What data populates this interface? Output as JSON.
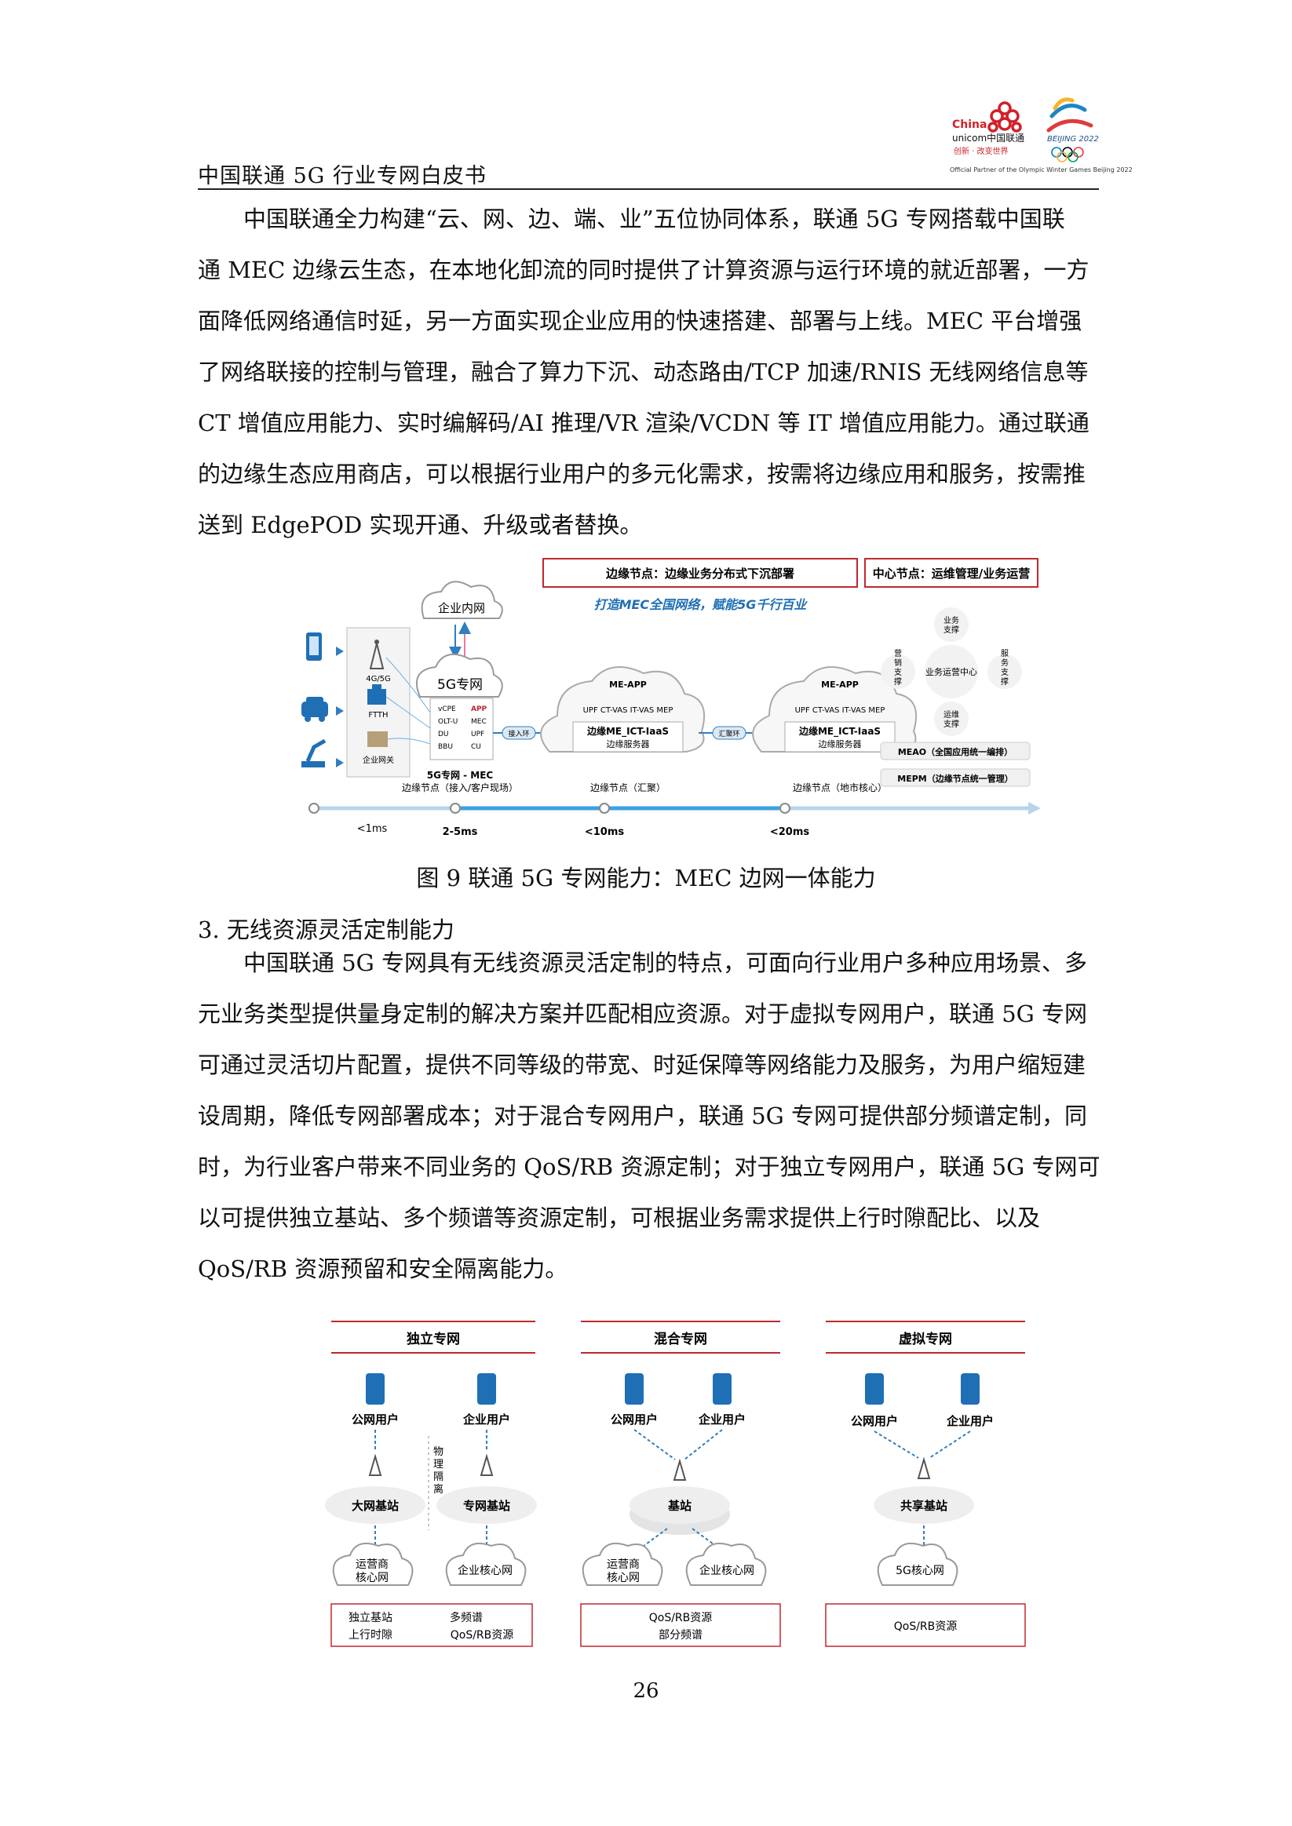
{
  "header": {
    "title": "中国联通 5G 行业专网白皮书",
    "logo_cu_en1": "China",
    "logo_cu_en2": "unicom中国联通",
    "logo_cu_slogan": "创新 · 改变世界",
    "logo_bj_text": "BEIJING 2022",
    "partner_line": "Official Partner of the Olympic Winter Games Beijing 2022"
  },
  "para1": [
    "中国联通全力构建“云、网、边、端、业”五位协同体系，联通 5G 专网搭载中国联",
    "通 MEC 边缘云生态，在本地化卸流的同时提供了计算资源与运行环境的就近部署，一方",
    "面降低网络通信时延，另一方面实现企业应用的快速搭建、部署与上线。MEC 平台增强",
    "了网络联接的控制与管理，融合了算力下沉、动态路由/TCP 加速/RNIS 无线网络信息等",
    "CT 增值应用能力、实时编解码/AI 推理/VR 渲染/VCDN 等 IT 增值应用能力。通过联通",
    "的边缘生态应用商店，可以根据行业用户的多元化需求，按需将边缘应用和服务，按需推",
    "送到 EdgePOD 实现开通、升级或者替换。"
  ],
  "fig9": {
    "edge_box": "边缘节点：边缘业务分布式下沉部署",
    "center_box": "中心节点：运维管理/业务运营",
    "slogan": "打造MEC全国网络，赋能5G千行百业",
    "enterprise_cloud": "企业内网",
    "cloud_5g": "5G专网",
    "tech_4g": "4G/5G",
    "tech_ftth": "FTTH",
    "tech_gw": "企业网关",
    "core_items": [
      "vCPE",
      "APP",
      "OLT-U",
      "MEC",
      "DU",
      "UPF",
      "BBU",
      "CU"
    ],
    "node1_label": "5G专网 - MEC",
    "node1_sub": "边缘节点（接入/客户现场）",
    "access_ring": "接入环",
    "aggr_ring": "汇聚环",
    "me_app": "ME-APP",
    "me_row": "UPF   CT-VAS   IT-VAS MEP",
    "me_iaas": "边缘ME_ICT-IaaS",
    "me_server": "边缘服务器",
    "node2_label": "边缘节点（汇聚）",
    "node3_label": "边缘节点（地市核心）",
    "ops_center": "业务运营中心",
    "ops_top": "业务\n支撑",
    "ops_left": "营\n销\n支\n撑",
    "ops_right": "服\n务\n支\n撑",
    "ops_bottom": "运维\n支撑",
    "meao": "MEAO（全国应用统一编排）",
    "mepm": "MEPM（边缘节点统一管理）",
    "latency": [
      "<1ms",
      "2-5ms",
      "<10ms",
      "<20ms"
    ]
  },
  "fig9_caption": "图 9  联通 5G 专网能力：MEC 边网一体能力",
  "section_heading": "3.  无线资源灵活定制能力",
  "para2": [
    "中国联通 5G 专网具有无线资源灵活定制的特点，可面向行业用户多种应用场景、多",
    "元业务类型提供量身定制的解决方案并匹配相应资源。对于虚拟专网用户，联通 5G 专网",
    "可通过灵活切片配置，提供不同等级的带宽、时延保障等网络能力及服务，为用户缩短建",
    "设周期，降低专网部署成本；对于混合专网用户，联通 5G 专网可提供部分频谱定制，同",
    "时，为行业客户带来不同业务的 QoS/RB 资源定制；对于独立专网用户，联通 5G 专网可",
    "以可提供独立基站、多个频谱等资源定制，可根据业务需求提供上行时隙配比、以及",
    "QoS/RB 资源预留和安全隔离能力。"
  ],
  "fig10": {
    "col1": {
      "title": "独立专网",
      "user1": "公网用户",
      "user2": "企业用户",
      "bs1": "大网基站",
      "bs2": "专网基站",
      "isolation": "物\n理\n隔\n离",
      "cloud1": "运营商\n核心网",
      "cloud2": "企业核心网",
      "b1": "独立基站",
      "b2": "多频谱",
      "b3": "上行时隙",
      "b4": "QoS/RB资源"
    },
    "col2": {
      "title": "混合专网",
      "user1": "公网用户",
      "user2": "企业用户",
      "bs": "基站",
      "cloud1": "运营商\n核心网",
      "cloud2": "企业核心网",
      "b1": "QoS/RB资源",
      "b2": "部分频谱"
    },
    "col3": {
      "title": "虚拟专网",
      "user1": "公网用户",
      "user2": "企业用户",
      "bs": "共享基站",
      "cloud": "5G核心网",
      "b1": "QoS/RB资源"
    }
  },
  "page_number": "26",
  "colors": {
    "accent_red": "#c0282d",
    "mec_blue": "#1f6fb5",
    "timeline_blue": "#3da0e0"
  }
}
